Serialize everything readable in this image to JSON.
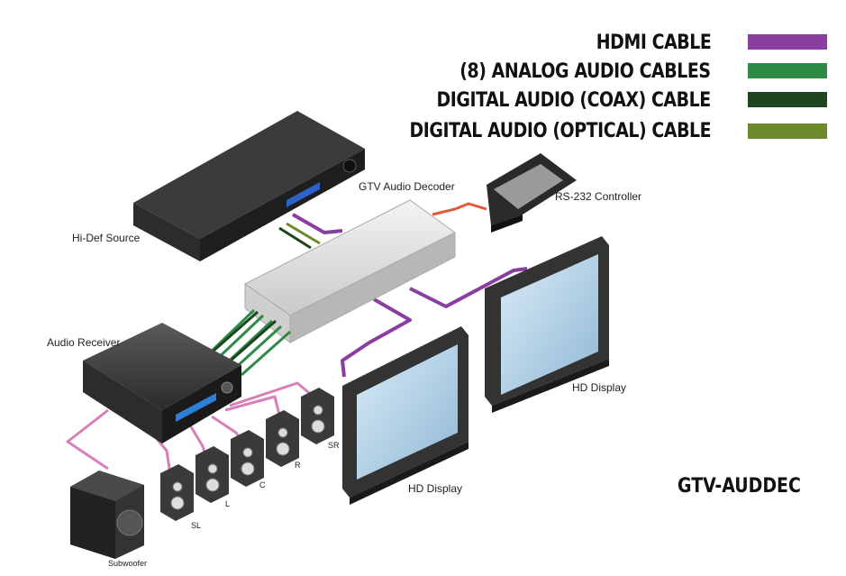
{
  "legend": {
    "items": [
      {
        "label": "HDMI CABLE",
        "color": "#8a3fa0"
      },
      {
        "label": "(8) ANALOG AUDIO CABLES",
        "color": "#2f8a45"
      },
      {
        "label": "DIGITAL AUDIO (COAX) CABLE",
        "color": "#1f4420"
      },
      {
        "label": "DIGITAL AUDIO (OPTICAL) CABLE",
        "color": "#6b8a2c"
      }
    ]
  },
  "devices": {
    "source": "Hi-Def Source",
    "decoder": "GTV Audio Decoder",
    "controller": "RS-232 Controller",
    "receiver": "Audio Receiver",
    "display_front": "HD Display",
    "display_back": "HD Display",
    "subwoofer": "Subwoofer"
  },
  "speakers": {
    "sl": "SL",
    "l": "L",
    "c": "C",
    "r": "R",
    "sr": "SR"
  },
  "model": "GTV-AUDDEC",
  "colors": {
    "hdmi": "#8a3fa0",
    "analog": "#2f8a45",
    "coax": "#1f4420",
    "optical": "#6b8a2c",
    "rs232": "#e05a3a",
    "speaker_wire": "#d77fb8"
  }
}
